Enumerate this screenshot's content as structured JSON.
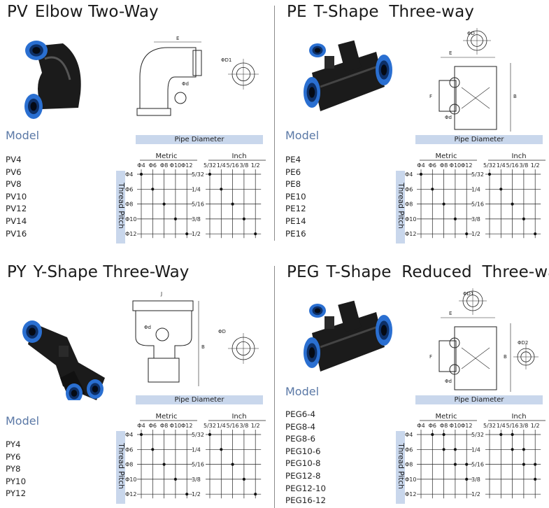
{
  "sections": [
    {
      "code": "PV",
      "name": "Elbow Two-Way",
      "model_label": "Model",
      "models": [
        "PV4",
        "PV6",
        "PV8",
        "PV10",
        "PV12",
        "PV14",
        "PV16"
      ],
      "pipe_diameter": "Pipe Diameter",
      "metric_label": "Metric",
      "inch_label": "Inch",
      "thread_pitch": "Thread Pitch",
      "metric_cols": [
        "Φ4",
        "Φ6",
        "Φ8",
        "Φ10",
        "Φ12"
      ],
      "inch_cols": [
        "5/32",
        "1/4",
        "5/16",
        "3/8",
        "1/2"
      ],
      "metric_rows": [
        "Φ4",
        "Φ6",
        "Φ8",
        "Φ10",
        "Φ12"
      ],
      "inch_rows": [
        "5/32",
        "1/4",
        "5/16",
        "3/8",
        "1/2"
      ],
      "metric_dots": [
        [
          0,
          0
        ],
        [
          1,
          1
        ],
        [
          2,
          2
        ],
        [
          3,
          3
        ],
        [
          4,
          4
        ]
      ],
      "inch_dots": [
        [
          0,
          0
        ],
        [
          1,
          1
        ],
        [
          2,
          2
        ],
        [
          3,
          3
        ],
        [
          4,
          4
        ]
      ],
      "dims": [
        "E",
        "ΦD1",
        "Φd"
      ]
    },
    {
      "code": "PE",
      "name": "T-Shape  Three-way",
      "model_label": "Model",
      "models": [
        "PE4",
        "PE6",
        "PE8",
        "PE10",
        "PE12",
        "PE14",
        "PE16"
      ],
      "pipe_diameter": "Pipe Diameter",
      "metric_label": "Metric",
      "inch_label": "Inch",
      "thread_pitch": "Thread Pitch",
      "metric_cols": [
        "Φ4",
        "Φ6",
        "Φ8",
        "Φ10",
        "Φ12"
      ],
      "inch_cols": [
        "5/32",
        "1/4",
        "5/16",
        "3/8",
        "1/2"
      ],
      "metric_rows": [
        "Φ4",
        "Φ6",
        "Φ8",
        "Φ10",
        "Φ12"
      ],
      "inch_rows": [
        "5/32",
        "1/4",
        "5/16",
        "3/8",
        "1/2"
      ],
      "metric_dots": [
        [
          0,
          0
        ],
        [
          1,
          1
        ],
        [
          2,
          2
        ],
        [
          3,
          3
        ],
        [
          4,
          4
        ]
      ],
      "inch_dots": [
        [
          0,
          0
        ],
        [
          1,
          1
        ],
        [
          2,
          2
        ],
        [
          3,
          3
        ],
        [
          4,
          4
        ]
      ],
      "dims": [
        "ΦD",
        "E",
        "F",
        "B",
        "Φd"
      ]
    },
    {
      "code": "PY",
      "name": "Y-Shape Three-Way",
      "model_label": "Model",
      "models": [
        "PY4",
        "PY6",
        "PY8",
        "PY10",
        "PY12"
      ],
      "pipe_diameter": "Pipe Diameter",
      "metric_label": "Metric",
      "inch_label": "Inch",
      "thread_pitch": "Thread Pitch",
      "metric_cols": [
        "Φ4",
        "Φ6",
        "Φ8",
        "Φ10",
        "Φ12"
      ],
      "inch_cols": [
        "5/32",
        "1/4",
        "5/16",
        "3/8",
        "1/2"
      ],
      "metric_rows": [
        "Φ4",
        "Φ6",
        "Φ8",
        "Φ10",
        "Φ12"
      ],
      "inch_rows": [
        "5/32",
        "1/4",
        "5/16",
        "3/8",
        "1/2"
      ],
      "metric_dots": [
        [
          0,
          0
        ],
        [
          1,
          1
        ],
        [
          2,
          2
        ],
        [
          3,
          3
        ],
        [
          4,
          4
        ]
      ],
      "inch_dots": [
        [
          0,
          0
        ],
        [
          1,
          1
        ],
        [
          2,
          2
        ],
        [
          3,
          3
        ],
        [
          4,
          4
        ]
      ],
      "dims": [
        "J",
        "Φd",
        "ΦD",
        "B"
      ]
    },
    {
      "code": "PEG",
      "name": "T-Shape  Reduced  Three-way",
      "model_label": "Model",
      "models": [
        "PEG6-4",
        "PEG8-4",
        "PEG8-6",
        "PEG10-6",
        "PEG10-8",
        "PEG12-8",
        "PEG12-10",
        "PEG16-12"
      ],
      "pipe_diameter": "Pipe Diameter",
      "metric_label": "Metric",
      "inch_label": "Inch",
      "thread_pitch": "Thread Pitch",
      "metric_cols": [
        "Φ4",
        "Φ6",
        "Φ8",
        "Φ10",
        "Φ12"
      ],
      "inch_cols": [
        "5/32",
        "1/4",
        "5/16",
        "3/8",
        "1/2"
      ],
      "metric_rows": [
        "Φ4",
        "Φ6",
        "Φ8",
        "Φ10",
        "Φ12"
      ],
      "inch_rows": [
        "5/32",
        "1/4",
        "5/16",
        "3/8",
        "1/2"
      ],
      "metric_dots": [
        [
          0,
          1
        ],
        [
          0,
          2
        ],
        [
          1,
          2
        ],
        [
          1,
          3
        ],
        [
          2,
          3
        ],
        [
          2,
          4
        ],
        [
          3,
          4
        ]
      ],
      "inch_dots": [
        [
          0,
          1
        ],
        [
          0,
          2
        ],
        [
          1,
          2
        ],
        [
          1,
          3
        ],
        [
          2,
          3
        ],
        [
          2,
          4
        ],
        [
          3,
          4
        ]
      ],
      "dims": [
        "ΦD1",
        "E",
        "F",
        "B",
        "ΦD2",
        "Φd"
      ]
    }
  ],
  "colors": {
    "blue_bar": "#c9d7ec",
    "model_title": "#5a78a6",
    "fitting_body": "#1b1b1b",
    "fitting_ring": "#2a6fd1"
  }
}
